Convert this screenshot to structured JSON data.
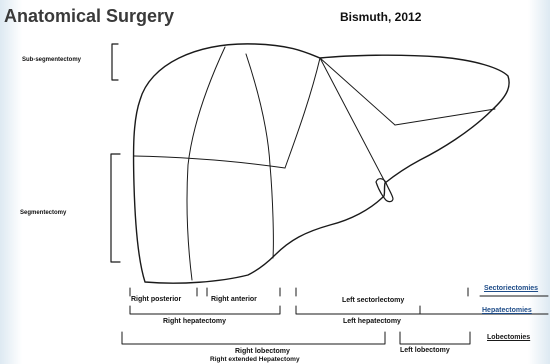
{
  "header": {
    "title": "Anatomical Surgery",
    "author": "Bismuth, 2012"
  },
  "side_labels": {
    "sub_segmentectomy": "Sub-segmentectomy",
    "segmentectomy": "Segmentectomy"
  },
  "resections": {
    "right_posterior": "Right posterior",
    "right_anterior": "Right anterior",
    "left_sectorlectomy": "Left sectorlectomy",
    "right_hepatectomy": "Right hepatectomy",
    "left_hepatectomy": "Left hepatectomy",
    "right_lobectomy": "Right lobectomy",
    "right_extended_hepatectomy": "Right extended Hepatectomy",
    "left_lobectomy": "Left lobectomy"
  },
  "categories": {
    "sectoriectomies": "Sectoriectomies",
    "hepatectomies": "Hepatectomies",
    "lobectomies": "Lobectomies"
  },
  "colors": {
    "category_blue": "#1e4c88",
    "line": "#1a1a1a"
  }
}
